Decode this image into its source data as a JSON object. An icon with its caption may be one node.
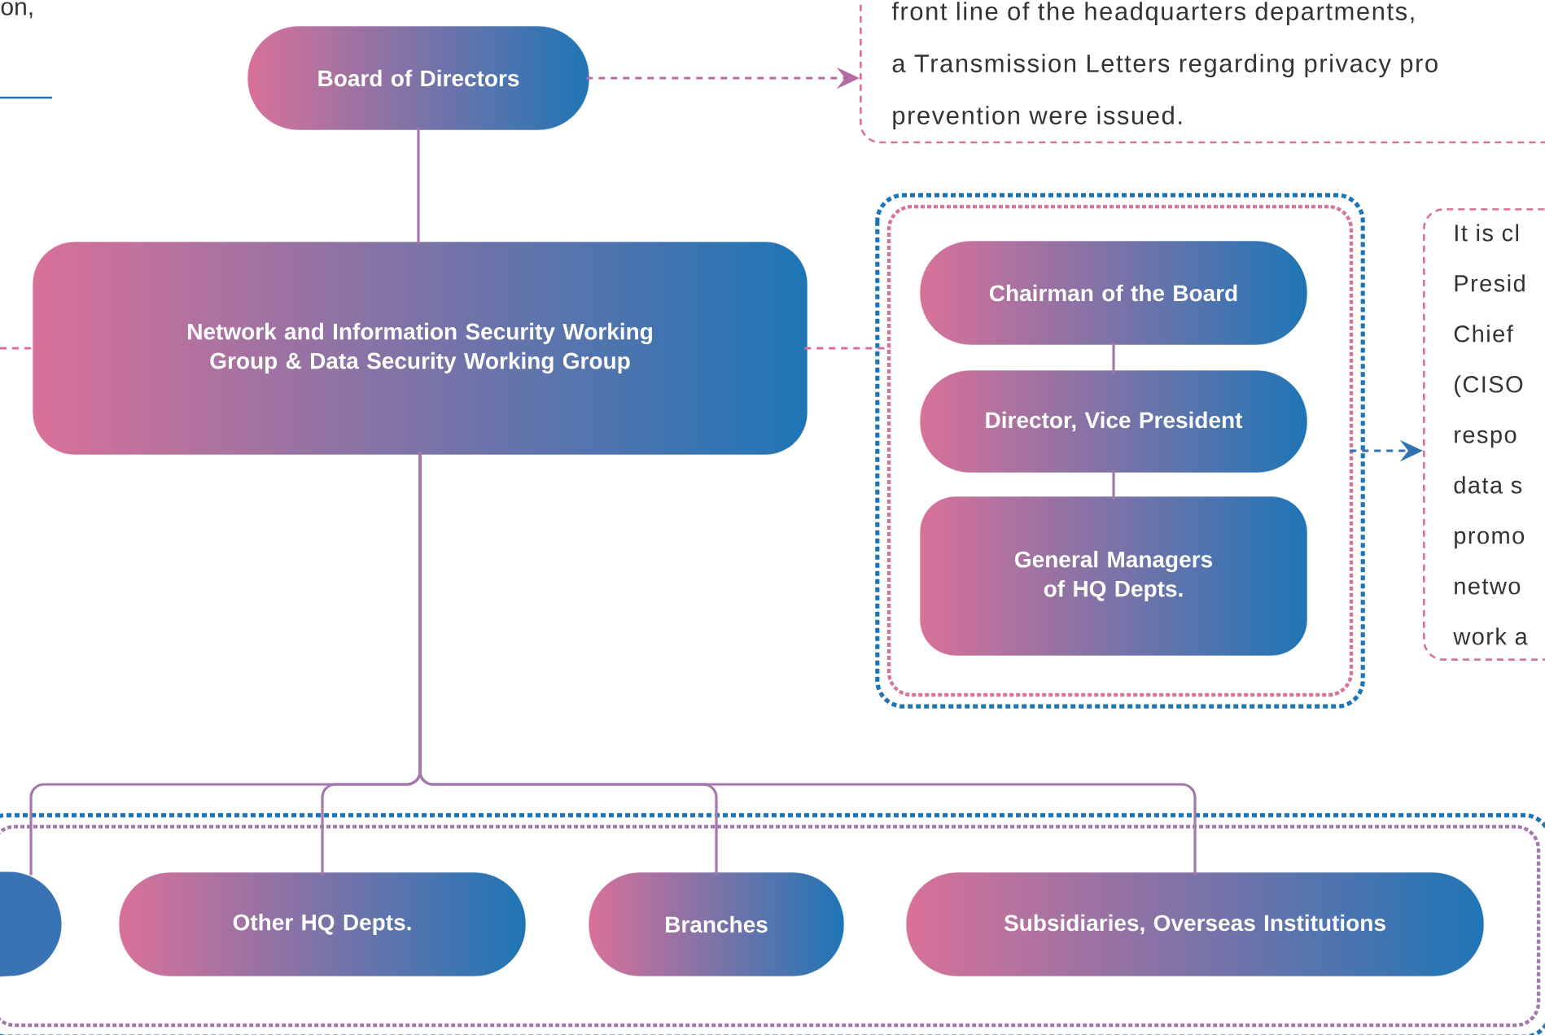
{
  "diagram": {
    "nodes": [
      {
        "text": [
          "Board of Directors"
        ]
      },
      {
        "text": [
          "front line of the headquarters departments, a Transmission Letters regarding privacy pro prevention were issued."
        ]
      },
      {
        "text": [
          "Network and Information Security Working Group & Data Security Working Group"
        ]
      },
      {
        "text": [],
        "shape": "box"
      },
      {
        "text": [
          "Chairman of the Board"
        ],
        "in": 3
      },
      {
        "text": [
          "Director, Vice President"
        ],
        "in": 3
      },
      {
        "text": [
          "General Managers of HQ Depts."
        ],
        "in": 3
      },
      {
        "text": [
          "It is cl Presid Chief (CISO respo data s promo netwo work a"
        ]
      },
      {
        "text": [],
        "shape": "box"
      },
      {
        "text": [],
        "shape": "box",
        "in": 8
      },
      {
        "text": [
          "Other HQ Depts."
        ],
        "in": 8
      },
      {
        "text": [
          "Branches"
        ],
        "in": 8
      },
      {
        "text": [
          "Subsidiaries, Overseas Institutions"
        ],
        "in": 8
      }
    ],
    "edges": [
      {
        "from": 0,
        "to": 1,
        "arrow": "to",
        "style": "dashed",
        "color": "#b56ca3"
      },
      {
        "from": 0,
        "to": 2,
        "arrow": "none"
      },
      {
        "from": 2,
        "to": 3,
        "arrow": "none",
        "style": "dashed",
        "color": "#d46f9f"
      },
      {
        "from": 3,
        "to": 7,
        "arrow": "to",
        "style": "dashed",
        "color": "#2f73b3"
      },
      {
        "from": 4,
        "to": 5,
        "arrow": "none"
      },
      {
        "from": 5,
        "to": 6,
        "arrow": "none"
      },
      {
        "from": 2,
        "to": 9,
        "arrow": "none"
      },
      {
        "from": 2,
        "to": 10,
        "arrow": "none"
      },
      {
        "from": 2,
        "to": 11,
        "arrow": "none"
      },
      {
        "from": 2,
        "to": 12,
        "arrow": "none"
      },
      {
        "from": null,
        "to": 2,
        "arrow": "none",
        "style": "dashed",
        "color": "#d46f9f"
      }
    ],
    "labels": [
      "on,"
    ]
  }
}
